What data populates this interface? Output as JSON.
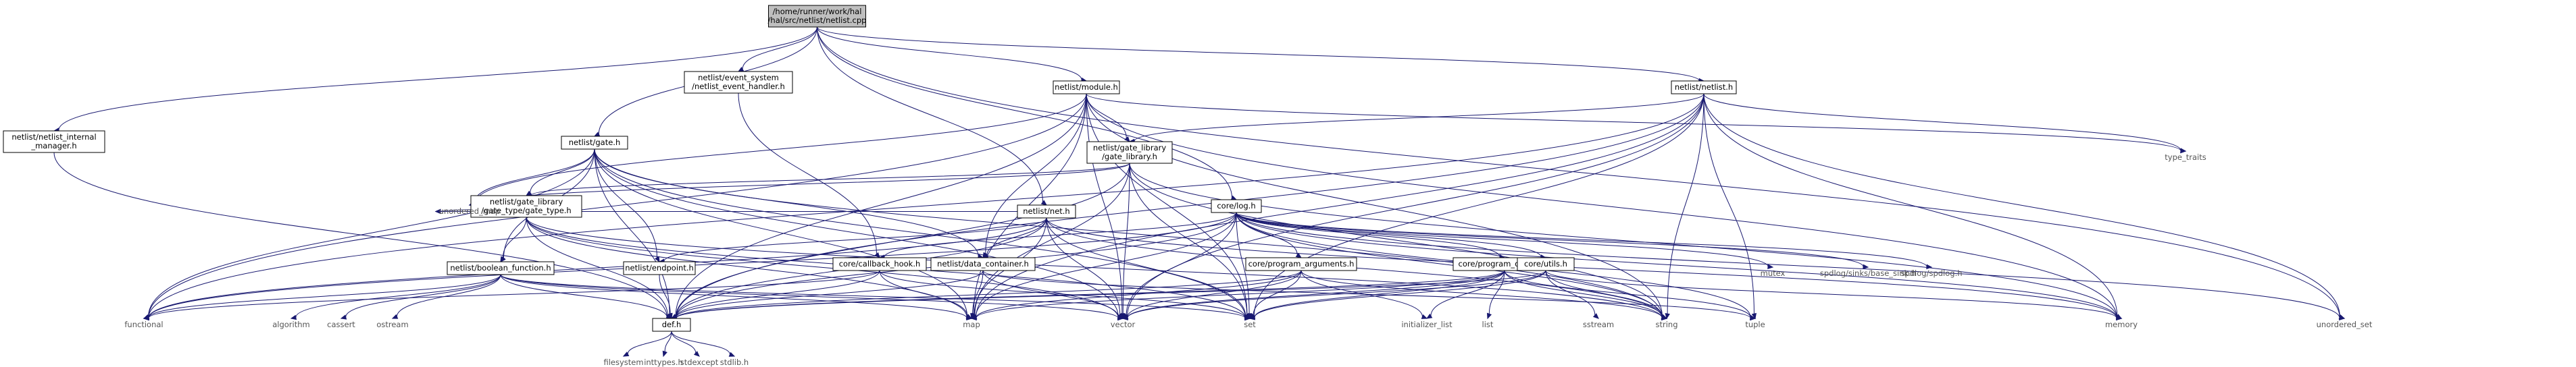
{
  "graph": {
    "edge_color": "#191970",
    "root_fill": "#bfbfbf",
    "nodes": [
      {
        "id": "netlist_cpp",
        "lines": [
          "/home/runner/work/hal",
          "/hal/src/netlist/netlist.cpp"
        ],
        "root": true
      },
      {
        "id": "netlist_internal_manager_h",
        "lines": [
          "netlist/netlist_internal",
          "_manager.h"
        ]
      },
      {
        "id": "netlist_gate_h",
        "lines": [
          "netlist/gate.h"
        ]
      },
      {
        "id": "event_handler_h",
        "lines": [
          "netlist/event_system",
          "/netlist_event_handler.h"
        ]
      },
      {
        "id": "module_h",
        "lines": [
          "netlist/module.h"
        ]
      },
      {
        "id": "netlist_h",
        "lines": [
          "netlist/netlist.h"
        ]
      },
      {
        "id": "gate_library_h",
        "lines": [
          "netlist/gate_library",
          "/gate_library.h"
        ]
      },
      {
        "id": "gate_type_h",
        "lines": [
          "netlist/gate_library",
          "/gate_type/gate_type.h"
        ]
      },
      {
        "id": "net_h",
        "lines": [
          "netlist/net.h"
        ]
      },
      {
        "id": "boolean_function_h",
        "lines": [
          "netlist/boolean_function.h"
        ]
      },
      {
        "id": "endpoint_h",
        "lines": [
          "netlist/endpoint.h"
        ]
      },
      {
        "id": "callback_hook_h",
        "lines": [
          "core/callback_hook.h"
        ]
      },
      {
        "id": "data_container_h",
        "lines": [
          "netlist/data_container.h"
        ]
      },
      {
        "id": "log_h",
        "lines": [
          "core/log.h"
        ]
      },
      {
        "id": "program_arguments_h",
        "lines": [
          "core/program_arguments.h"
        ]
      },
      {
        "id": "program_options_h",
        "lines": [
          "core/program_options.h"
        ]
      },
      {
        "id": "utils_h",
        "lines": [
          "core/utils.h"
        ]
      },
      {
        "id": "def_h",
        "lines": [
          "def.h"
        ]
      },
      {
        "id": "type_traits",
        "lines": [
          "type_traits"
        ],
        "system": true
      },
      {
        "id": "unordered_map",
        "lines": [
          "unordered_map"
        ],
        "system": true
      },
      {
        "id": "functional",
        "lines": [
          "functional"
        ],
        "system": true
      },
      {
        "id": "algorithm",
        "lines": [
          "algorithm"
        ],
        "system": true
      },
      {
        "id": "cassert",
        "lines": [
          "cassert"
        ],
        "system": true
      },
      {
        "id": "ostream",
        "lines": [
          "ostream"
        ],
        "system": true
      },
      {
        "id": "map",
        "lines": [
          "map"
        ],
        "system": true
      },
      {
        "id": "vector",
        "lines": [
          "vector"
        ],
        "system": true
      },
      {
        "id": "set",
        "lines": [
          "set"
        ],
        "system": true
      },
      {
        "id": "mutex",
        "lines": [
          "mutex"
        ],
        "system": true
      },
      {
        "id": "spdlog_sinks_h",
        "lines": [
          "spdlog/sinks/base_sink.h"
        ],
        "system": true
      },
      {
        "id": "spdlog_h",
        "lines": [
          "spdlog/spdlog.h"
        ],
        "system": true
      },
      {
        "id": "initializer_list",
        "lines": [
          "initializer_list"
        ],
        "system": true
      },
      {
        "id": "list",
        "lines": [
          "list"
        ],
        "system": true
      },
      {
        "id": "sstream",
        "lines": [
          "sstream"
        ],
        "system": true
      },
      {
        "id": "string",
        "lines": [
          "string"
        ],
        "system": true
      },
      {
        "id": "tuple",
        "lines": [
          "tuple"
        ],
        "system": true
      },
      {
        "id": "memory",
        "lines": [
          "memory"
        ],
        "system": true
      },
      {
        "id": "unordered_set",
        "lines": [
          "unordered_set"
        ],
        "system": true
      },
      {
        "id": "filesystem",
        "lines": [
          "filesystem"
        ],
        "system": true
      },
      {
        "id": "inttypes_h",
        "lines": [
          "inttypes.h"
        ],
        "system": true
      },
      {
        "id": "stdexcept",
        "lines": [
          "stdexcept"
        ],
        "system": true
      },
      {
        "id": "stdlib_h",
        "lines": [
          "stdlib.h"
        ],
        "system": true
      }
    ],
    "edges": [
      [
        "netlist_cpp",
        "netlist_internal_manager_h"
      ],
      [
        "netlist_cpp",
        "netlist_gate_h"
      ],
      [
        "netlist_cpp",
        "event_handler_h"
      ],
      [
        "netlist_cpp",
        "module_h"
      ],
      [
        "netlist_cpp",
        "netlist_h"
      ],
      [
        "netlist_cpp",
        "net_h"
      ],
      [
        "netlist_cpp",
        "log_h"
      ],
      [
        "netlist_cpp",
        "unordered_set"
      ],
      [
        "netlist_internal_manager_h",
        "def_h"
      ],
      [
        "event_handler_h",
        "callback_hook_h"
      ],
      [
        "netlist_gate_h",
        "def_h"
      ],
      [
        "netlist_gate_h",
        "gate_type_h"
      ],
      [
        "netlist_gate_h",
        "boolean_function_h"
      ],
      [
        "netlist_gate_h",
        "endpoint_h"
      ],
      [
        "netlist_gate_h",
        "data_container_h"
      ],
      [
        "netlist_gate_h",
        "unordered_map"
      ],
      [
        "netlist_gate_h",
        "functional"
      ],
      [
        "netlist_gate_h",
        "map"
      ],
      [
        "netlist_gate_h",
        "set"
      ],
      [
        "netlist_gate_h",
        "vector"
      ],
      [
        "netlist_gate_h",
        "string"
      ],
      [
        "module_h",
        "def_h"
      ],
      [
        "module_h",
        "gate_library_h"
      ],
      [
        "module_h",
        "data_container_h"
      ],
      [
        "module_h",
        "functional"
      ],
      [
        "module_h",
        "map"
      ],
      [
        "module_h",
        "set"
      ],
      [
        "module_h",
        "vector"
      ],
      [
        "module_h",
        "type_traits"
      ],
      [
        "module_h",
        "string"
      ],
      [
        "module_h",
        "memory"
      ],
      [
        "module_h",
        "unordered_map"
      ],
      [
        "netlist_h",
        "def_h"
      ],
      [
        "netlist_h",
        "gate_library_h"
      ],
      [
        "netlist_h",
        "functional"
      ],
      [
        "netlist_h",
        "map"
      ],
      [
        "netlist_h",
        "set"
      ],
      [
        "netlist_h",
        "type_traits"
      ],
      [
        "netlist_h",
        "memory"
      ],
      [
        "netlist_h",
        "unordered_set"
      ],
      [
        "netlist_h",
        "tuple"
      ],
      [
        "netlist_h",
        "string"
      ],
      [
        "netlist_h",
        "vector"
      ],
      [
        "gate_library_h",
        "def_h"
      ],
      [
        "gate_library_h",
        "gate_type_h"
      ],
      [
        "gate_library_h",
        "map"
      ],
      [
        "gate_library_h",
        "set"
      ],
      [
        "gate_library_h",
        "vector"
      ],
      [
        "gate_library_h",
        "string"
      ],
      [
        "gate_library_h",
        "unordered_map"
      ],
      [
        "gate_library_h",
        "memory"
      ],
      [
        "gate_type_h",
        "def_h"
      ],
      [
        "gate_type_h",
        "boolean_function_h"
      ],
      [
        "gate_type_h",
        "unordered_map"
      ],
      [
        "gate_type_h",
        "map"
      ],
      [
        "gate_type_h",
        "set"
      ],
      [
        "gate_type_h",
        "vector"
      ],
      [
        "gate_type_h",
        "string"
      ],
      [
        "net_h",
        "def_h"
      ],
      [
        "net_h",
        "endpoint_h"
      ],
      [
        "net_h",
        "data_container_h"
      ],
      [
        "net_h",
        "functional"
      ],
      [
        "net_h",
        "map"
      ],
      [
        "net_h",
        "set"
      ],
      [
        "net_h",
        "vector"
      ],
      [
        "net_h",
        "string"
      ],
      [
        "net_h",
        "unordered_map"
      ],
      [
        "net_h",
        "memory"
      ],
      [
        "boolean_function_h",
        "def_h"
      ],
      [
        "boolean_function_h",
        "algorithm"
      ],
      [
        "boolean_function_h",
        "cassert"
      ],
      [
        "boolean_function_h",
        "ostream"
      ],
      [
        "boolean_function_h",
        "functional"
      ],
      [
        "boolean_function_h",
        "map"
      ],
      [
        "boolean_function_h",
        "vector"
      ],
      [
        "boolean_function_h",
        "set"
      ],
      [
        "endpoint_h",
        "def_h"
      ],
      [
        "callback_hook_h",
        "def_h"
      ],
      [
        "callback_hook_h",
        "functional"
      ],
      [
        "callback_hook_h",
        "map"
      ],
      [
        "callback_hook_h",
        "set"
      ],
      [
        "data_container_h",
        "def_h"
      ],
      [
        "data_container_h",
        "map"
      ],
      [
        "data_container_h",
        "tuple"
      ],
      [
        "data_container_h",
        "vector"
      ],
      [
        "log_h",
        "def_h"
      ],
      [
        "log_h",
        "callback_hook_h"
      ],
      [
        "log_h",
        "program_arguments_h"
      ],
      [
        "log_h",
        "program_options_h"
      ],
      [
        "log_h",
        "utils_h"
      ],
      [
        "log_h",
        "functional"
      ],
      [
        "log_h",
        "map"
      ],
      [
        "log_h",
        "set"
      ],
      [
        "log_h",
        "vector"
      ],
      [
        "log_h",
        "mutex"
      ],
      [
        "log_h",
        "spdlog_sinks_h"
      ],
      [
        "log_h",
        "spdlog_h"
      ],
      [
        "log_h",
        "string"
      ],
      [
        "log_h",
        "tuple"
      ],
      [
        "log_h",
        "memory"
      ],
      [
        "log_h",
        "unordered_set"
      ],
      [
        "program_arguments_h",
        "def_h"
      ],
      [
        "program_arguments_h",
        "initializer_list"
      ],
      [
        "program_arguments_h",
        "map"
      ],
      [
        "program_arguments_h",
        "set"
      ],
      [
        "program_arguments_h",
        "vector"
      ],
      [
        "program_arguments_h",
        "string"
      ],
      [
        "program_options_h",
        "def_h"
      ],
      [
        "program_options_h",
        "initializer_list"
      ],
      [
        "program_options_h",
        "list"
      ],
      [
        "program_options_h",
        "map"
      ],
      [
        "program_options_h",
        "set"
      ],
      [
        "program_options_h",
        "vector"
      ],
      [
        "program_options_h",
        "string"
      ],
      [
        "program_options_h",
        "tuple"
      ],
      [
        "utils_h",
        "def_h"
      ],
      [
        "utils_h",
        "sstream"
      ],
      [
        "utils_h",
        "string"
      ],
      [
        "utils_h",
        "vector"
      ],
      [
        "utils_h",
        "set"
      ],
      [
        "utils_h",
        "memory"
      ],
      [
        "def_h",
        "filesystem"
      ],
      [
        "def_h",
        "inttypes_h"
      ],
      [
        "def_h",
        "stdexcept"
      ],
      [
        "def_h",
        "stdlib_h"
      ]
    ]
  }
}
